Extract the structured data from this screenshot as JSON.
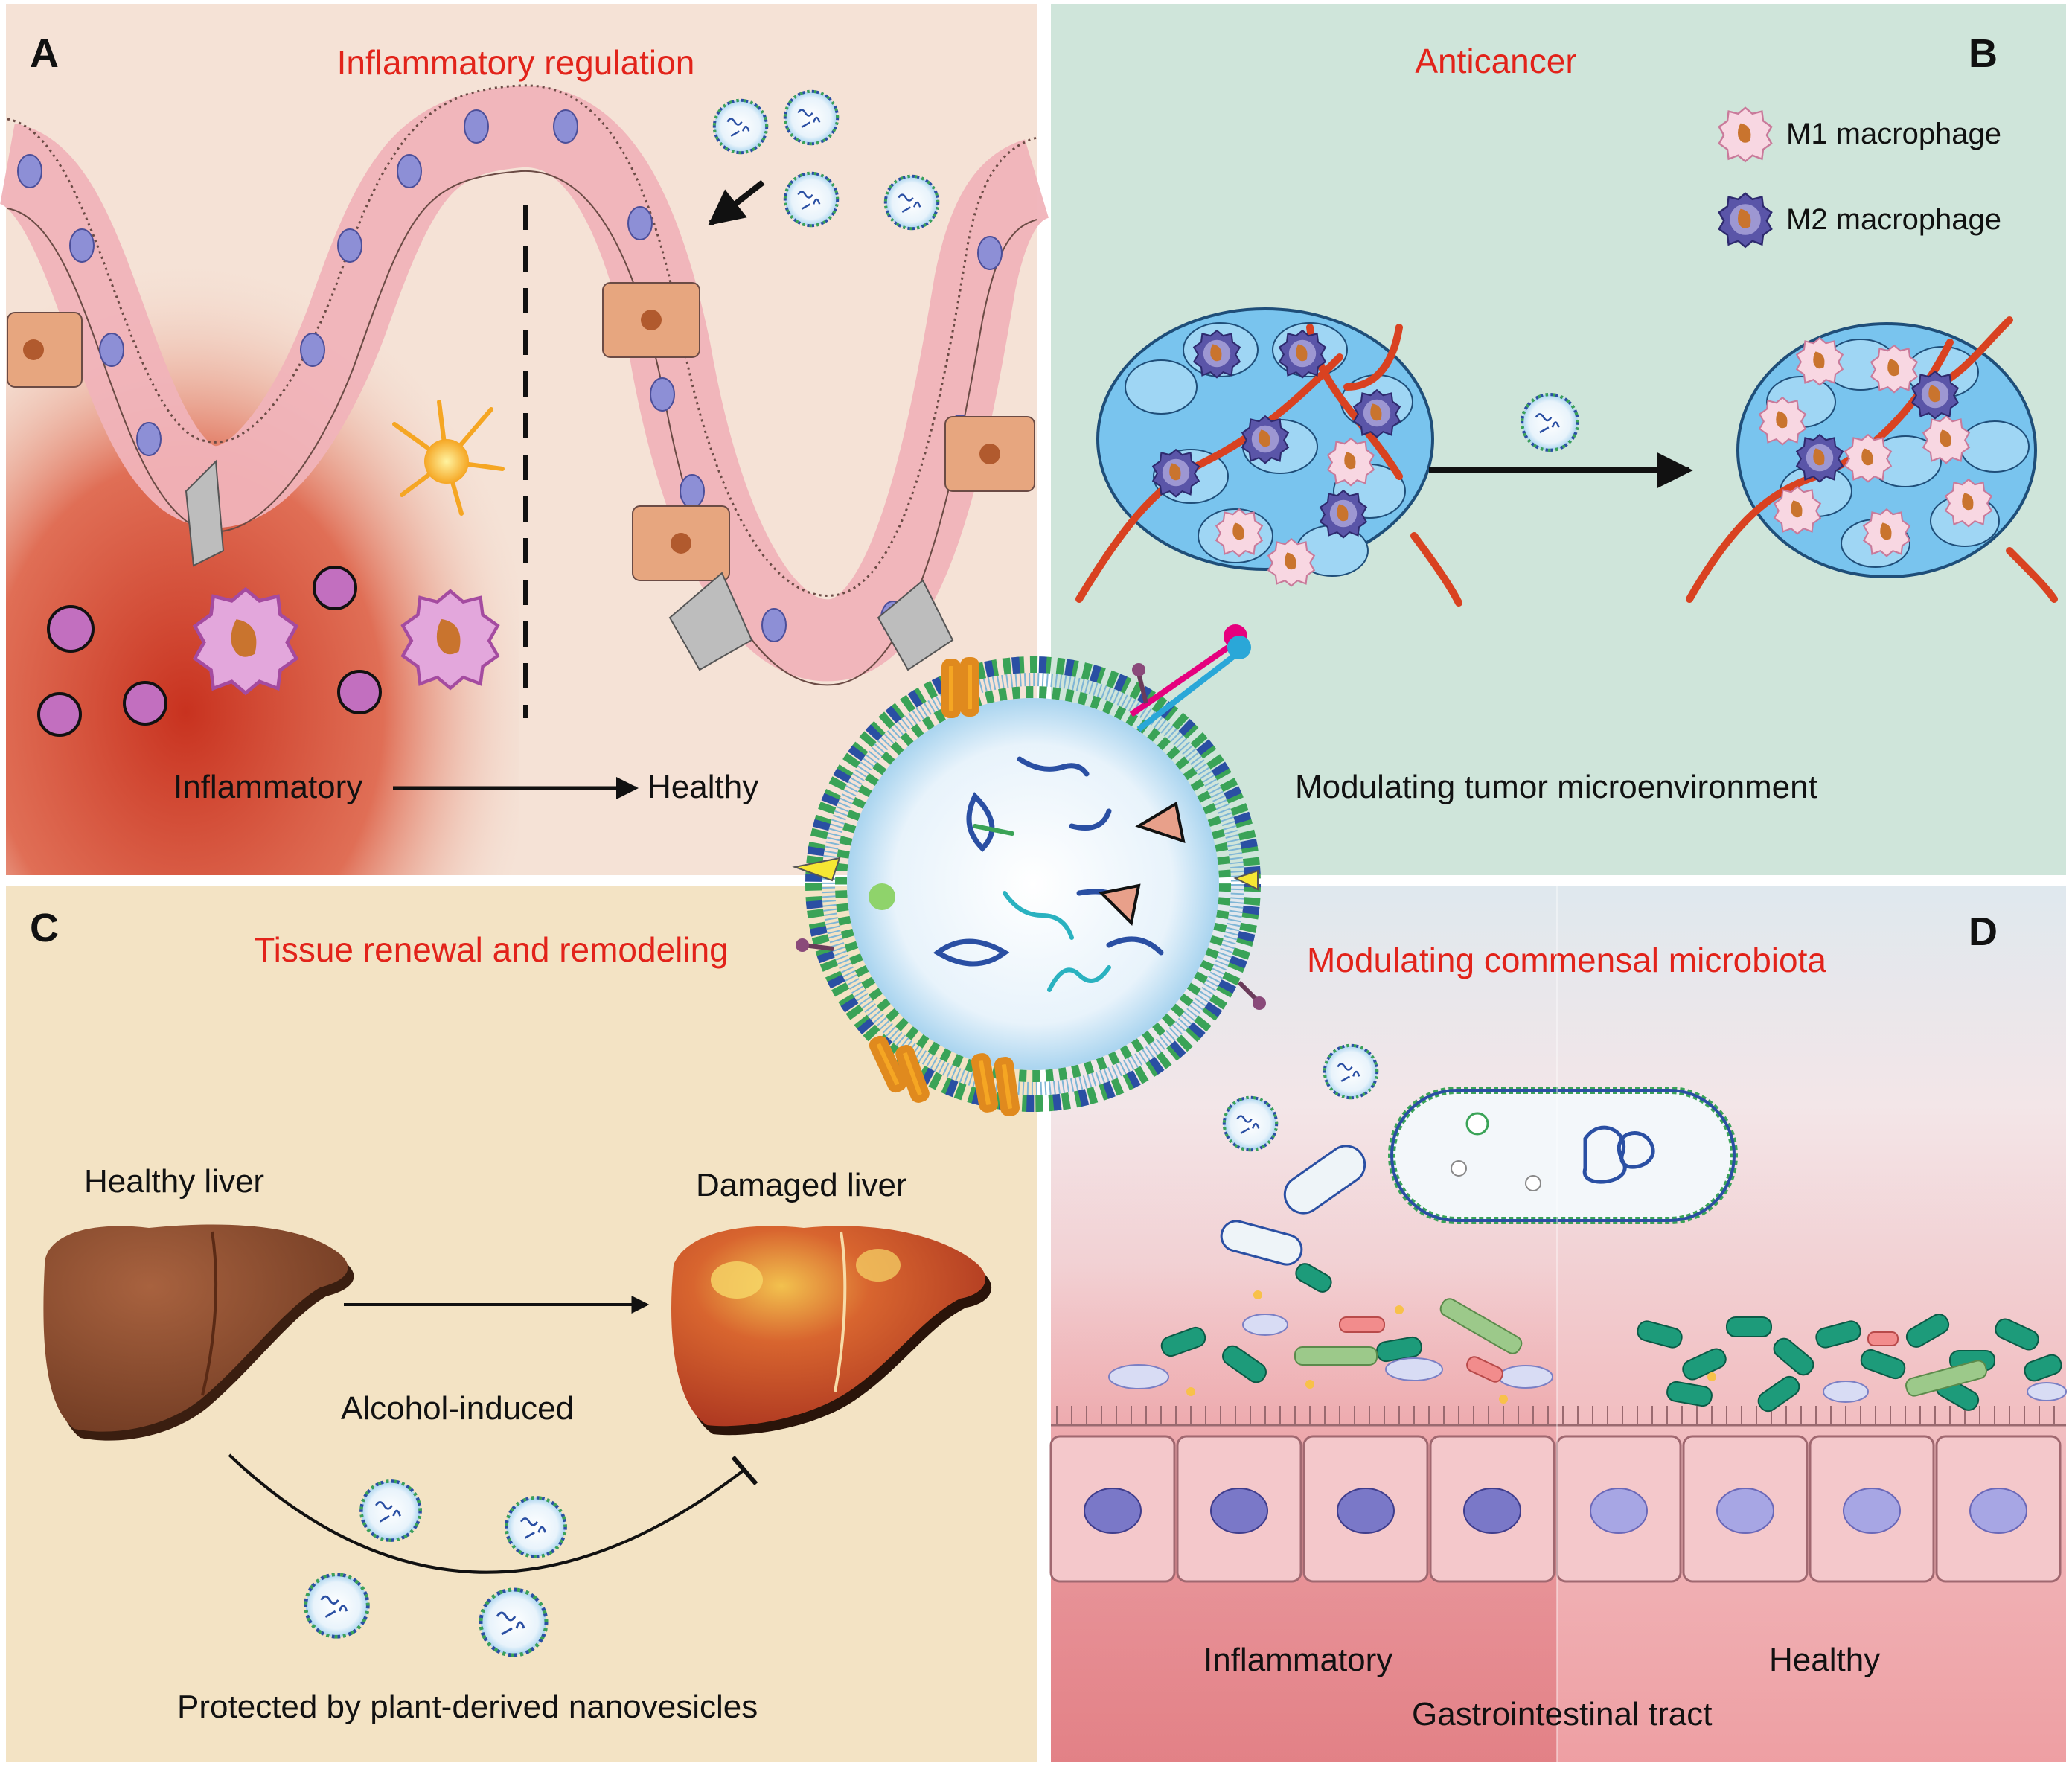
{
  "panels": {
    "a": {
      "letter": "A",
      "title": "Inflammatory regulation",
      "left_label": "Inflammatory",
      "right_label": "Healthy"
    },
    "b": {
      "letter": "B",
      "title": "Anticancer",
      "legend_m1": "M1 macrophage",
      "legend_m2": "M2 macrophage",
      "caption": "Modulating tumor microenvironment"
    },
    "c": {
      "letter": "C",
      "title": "Tissue renewal and remodeling",
      "healthy": "Healthy liver",
      "damaged": "Damaged liver",
      "cause": "Alcohol-induced",
      "caption": "Protected by plant-derived nanovesicles"
    },
    "d": {
      "letter": "D",
      "title": "Modulating commensal microbiota",
      "left_label": "Inflammatory",
      "right_label": "Healthy",
      "caption": "Gastrointestinal tract"
    }
  },
  "colors": {
    "title_red": "#e2231a",
    "panel_a_bg": "#f5e2d6",
    "panel_b_bg": "#cfe5da",
    "panel_c_bg": "#f3e3c4",
    "panel_d_top": "#dfe8ee",
    "panel_d_bottom": "#f1b7b5",
    "inflamed_red": "#d2412c",
    "epithelial_pink": "#f2b8bd",
    "tumor_blue": "#79c4ee",
    "vessel_red": "#d94221",
    "liver_healthy": "#8a4a2e",
    "liver_damaged": "#c9532d",
    "vesicle_green": "#3aa357",
    "vesicle_blue": "#2a4fa3",
    "bacteria_green": "#1d9b7a"
  }
}
